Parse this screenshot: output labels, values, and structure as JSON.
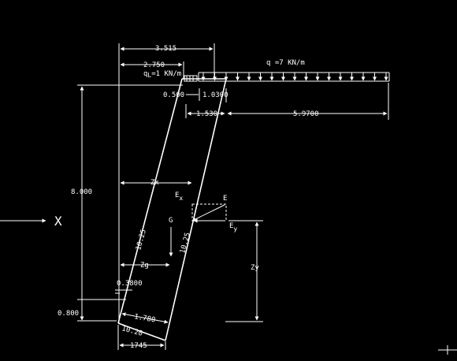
{
  "colors": {
    "background": "#000000",
    "lines": "#ffffff"
  },
  "labels": {
    "dim_top": "3.515",
    "dim_2750": "2.750",
    "ql": "q",
    "ql_sub": "L",
    "ql_value": "=1  KN/m",
    "q": "q =7  KN/m",
    "dim_0500": "0.500",
    "dim_1030": "1.0300",
    "dim_1530": "1.530",
    "dim_5970": "5.9700",
    "height": "8.000",
    "x_label": "X",
    "zx": "Zx",
    "ex": "E",
    "ex_sub": "x",
    "e": "E",
    "ey": "E",
    "ey_sub": "y",
    "g": "G",
    "len_left": "10.25",
    "len_right": "10.25",
    "zg": "Zg",
    "zy": "Zy",
    "dim_03800": "0.3800",
    "dim_0800": "0.800",
    "dim_1780": "1.780",
    "dim_1020": "10.20",
    "dim_1745": "1745"
  }
}
